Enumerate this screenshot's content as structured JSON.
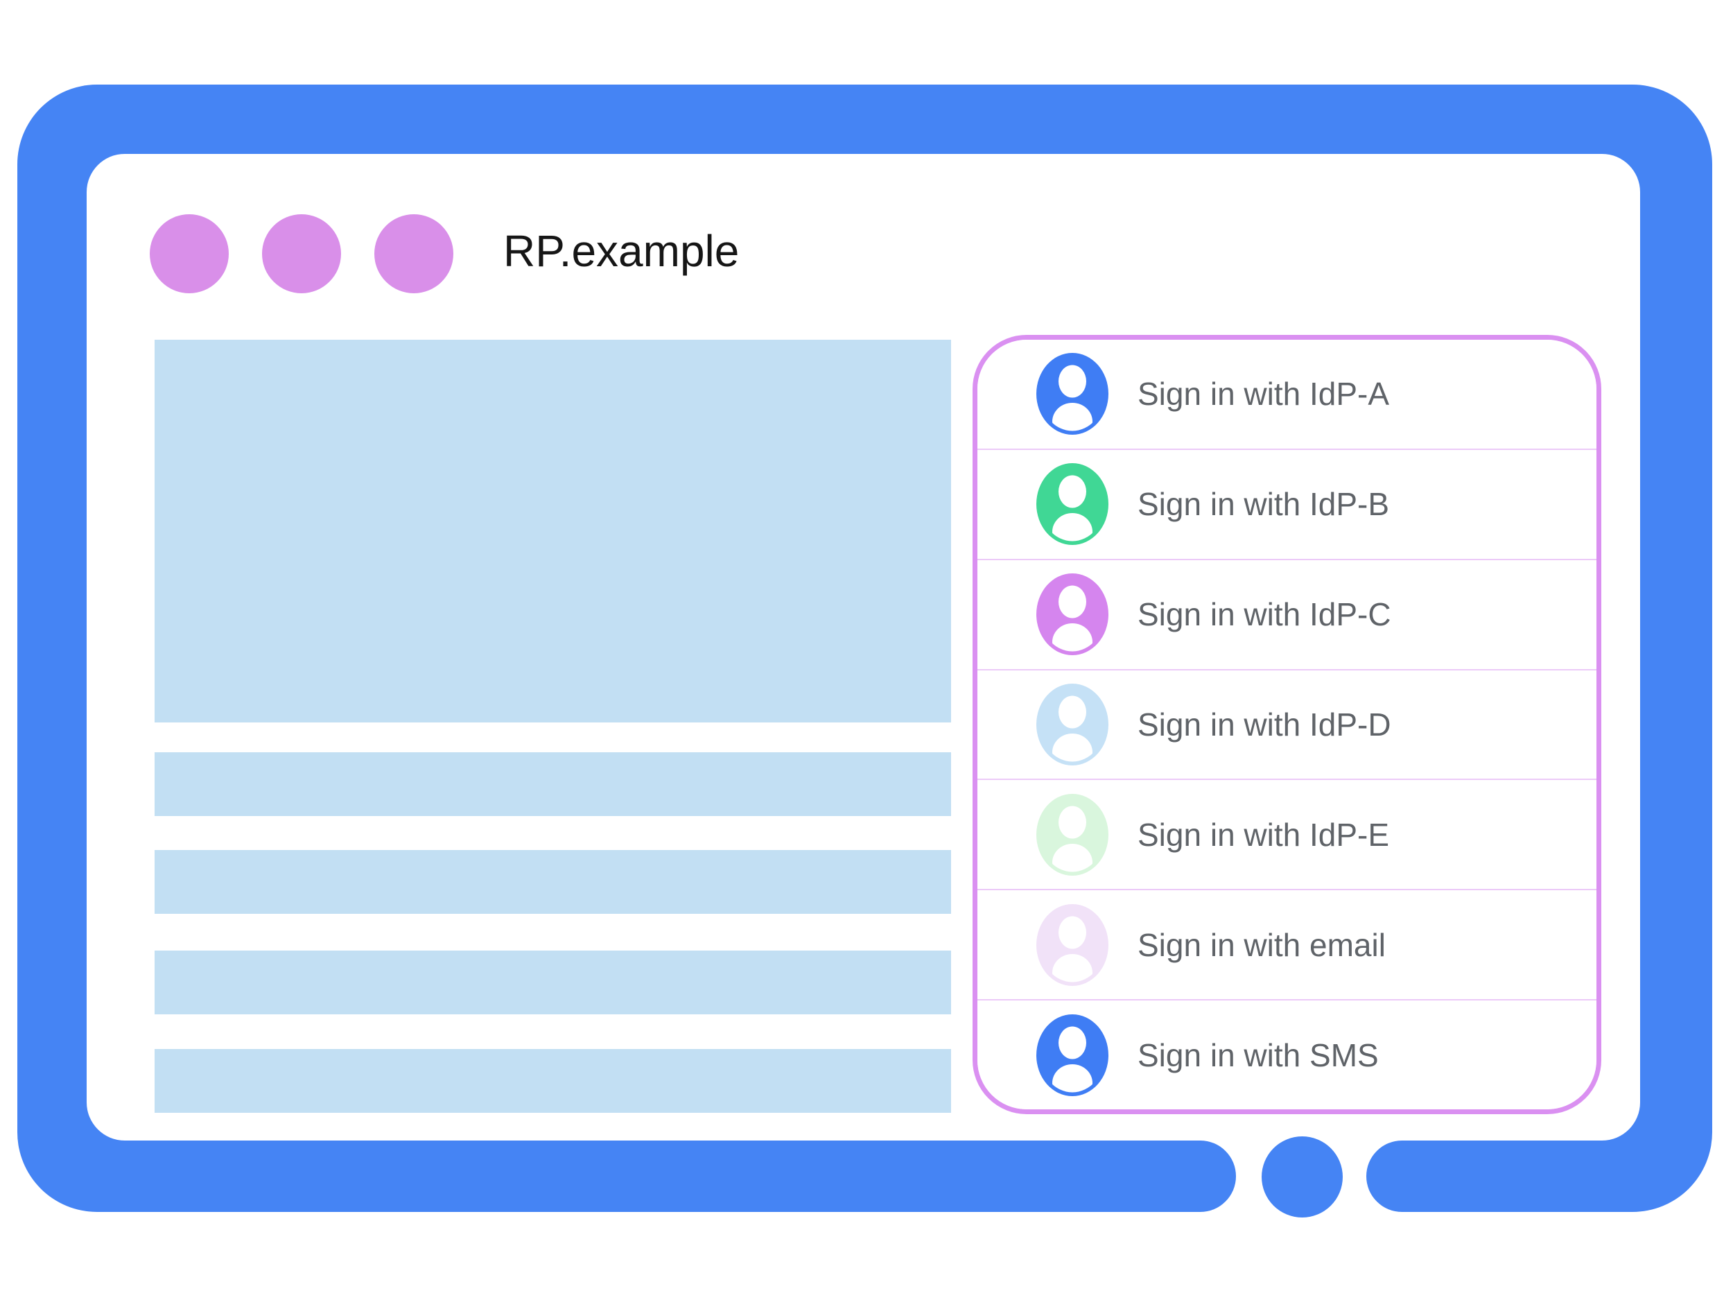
{
  "title_bar": {
    "site_name": "RP.example"
  },
  "colors": {
    "frame_blue": "#4584f4",
    "window_dot_purple": "#d98fe9",
    "content_placeholder_blue": "#c2dff3",
    "panel_border_violet": "#da90f1",
    "panel_divider": "#eccaf8",
    "label_text_gray": "#5f6368",
    "title_text": "#161616",
    "home_button_blue": "#4584f4"
  },
  "signin_panel": {
    "rows": [
      {
        "label": "Sign in with IdP-A",
        "avatar_color": "#3f7df4"
      },
      {
        "label": "Sign in with IdP-B",
        "avatar_color": "#40d795"
      },
      {
        "label": "Sign in with IdP-C",
        "avatar_color": "#d585ee"
      },
      {
        "label": "Sign in with IdP-D",
        "avatar_color": "#c5e1f6"
      },
      {
        "label": "Sign in with IdP-E",
        "avatar_color": "#d9f6dd"
      },
      {
        "label": "Sign in with email",
        "avatar_color": "#f1e2f8"
      },
      {
        "label": "Sign in with SMS",
        "avatar_color": "#3f7df4"
      }
    ]
  }
}
